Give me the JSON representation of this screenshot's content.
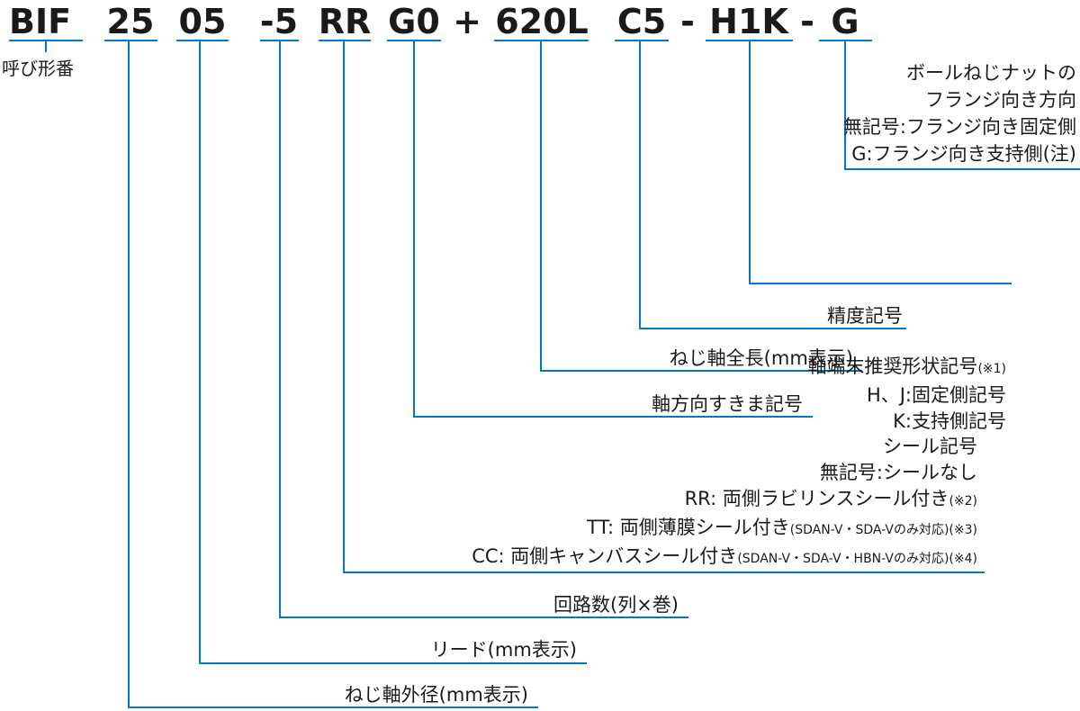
{
  "model_code": {
    "parts": [
      "BIF",
      "25",
      "05",
      "-5",
      "RR",
      "G0",
      "+",
      "620L",
      "C5",
      "-",
      "H1K",
      "-",
      "G"
    ],
    "label": "呼び形番"
  },
  "annotations": {
    "flange_direction": {
      "lines": [
        "ボールねじナットの",
        "フランジ向き方向",
        "無記号:フランジ向き固定側",
        "G:フランジ向き支持側(注)"
      ]
    },
    "shaft_end": {
      "title": "軸端末推奨形状記号",
      "note": "(※1)",
      "lines": [
        "H、J:固定側記号",
        "K:支持側記号"
      ]
    },
    "accuracy": "精度記号",
    "overall_length": "ねじ軸全長(mm表示)",
    "axial_clearance": "軸方向すきま記号",
    "seal": {
      "title": "シール記号",
      "none": "無記号:シールなし",
      "rr": {
        "text": "RR: 両側ラビリンスシール付き",
        "note": "(※2)"
      },
      "tt": {
        "text": "TT: 両側薄膜シール付き",
        "note": "(SDAN-V・SDA-Vのみ対応)(※3)"
      },
      "cc": {
        "text": "CC: 両側キャンバスシール付き",
        "note": "(SDAN-V・SDA-V・HBN-Vのみ対応)(※4)"
      }
    },
    "circuits": "回路数(列×巻)",
    "lead": "リード(mm表示)",
    "shaft_diameter": "ねじ軸外径(mm表示)"
  },
  "colors": {
    "accent": "#0078c8",
    "text": "#1a1a1a"
  }
}
